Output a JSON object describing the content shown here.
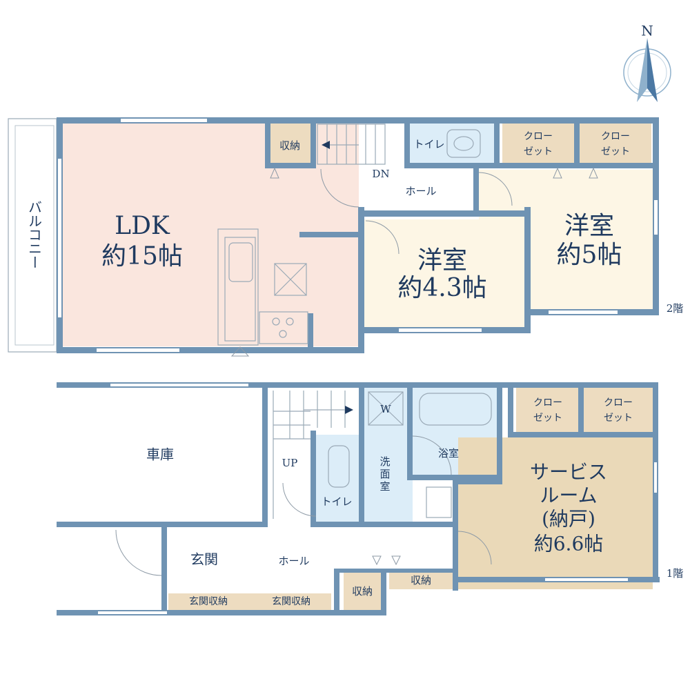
{
  "colors": {
    "wall": "#6f93b3",
    "ldk": "#fae6de",
    "western": "#fdf6e5",
    "storage": "#eddcc0",
    "wet": "#dcedf8",
    "service": "#ead9b8",
    "text": "#1f3a5f"
  },
  "compass": {
    "north_label": "N"
  },
  "floor2": {
    "floor_label": "2階",
    "balcony": "バルコニー",
    "ldk_name": "LDK",
    "ldk_size": "約15帖",
    "storage": "収納",
    "stair_dn": "DN",
    "toilet": "トイレ",
    "hall": "ホール",
    "closet1": [
      "クロー",
      "ゼット"
    ],
    "closet2": [
      "クロー",
      "ゼット"
    ],
    "room_a_name": "洋室",
    "room_a_size": "約4.3帖",
    "room_b_name": "洋室",
    "room_b_size": "約5帖"
  },
  "floor1": {
    "floor_label": "1階",
    "garage": "車庫",
    "stair_up": "UP",
    "toilet": "トイレ",
    "washroom": [
      "洗",
      "面",
      "室"
    ],
    "washer": "W",
    "bath": "浴室",
    "closet1": [
      "クロー",
      "ゼット"
    ],
    "closet2": [
      "クロー",
      "ゼット"
    ],
    "service_room": [
      "サービス",
      "ルーム",
      "(納戸)",
      "約6.6帖"
    ],
    "entrance": "玄関",
    "hall": "ホール",
    "entrance_storage1": "玄関収納",
    "entrance_storage2": "玄関収納",
    "storage1": "収納",
    "storage2": "収納"
  }
}
